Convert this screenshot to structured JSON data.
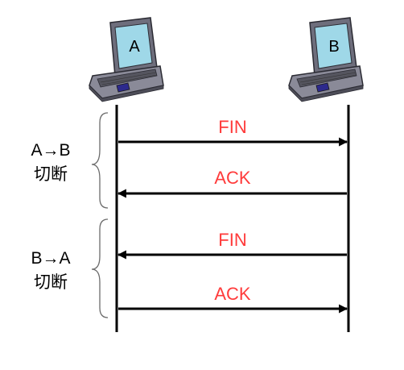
{
  "hosts": [
    {
      "id": "A",
      "label": "A"
    },
    {
      "id": "B",
      "label": "B"
    }
  ],
  "phases": [
    {
      "line1": "A→B",
      "line2": "切断"
    },
    {
      "line1": "B→A",
      "line2": "切断"
    }
  ],
  "messages": [
    {
      "label": "FIN",
      "from": "A",
      "to": "B"
    },
    {
      "label": "ACK",
      "from": "B",
      "to": "A"
    },
    {
      "label": "FIN",
      "from": "B",
      "to": "A"
    },
    {
      "label": "ACK",
      "from": "A",
      "to": "B"
    }
  ],
  "colors": {
    "message_label": "#ff3b3b",
    "lifeline": "#000000",
    "brace": "#6b6b6b",
    "laptop_body": "#6e6e7c",
    "laptop_screen": "#9fd8e8",
    "laptop_touchpad": "#2d2a8c"
  },
  "icons": [
    "laptop-icon",
    "laptop-icon"
  ]
}
